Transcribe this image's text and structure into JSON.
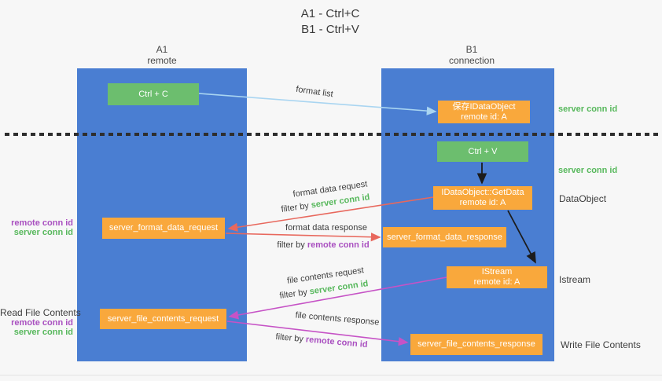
{
  "title": {
    "line1": "A1 - Ctrl+C",
    "line2": "B1 - Ctrl+V"
  },
  "lanes": {
    "left": {
      "title": "A1",
      "subtitle": "remote"
    },
    "right": {
      "title": "B1",
      "subtitle": "connection"
    }
  },
  "nodes": {
    "ctrl_c": {
      "label": "Ctrl + C"
    },
    "save_idataobject": {
      "line1": "保存IDataObject",
      "line2": "remote id: A"
    },
    "ctrl_v": {
      "label": "Ctrl + V"
    },
    "getdata": {
      "line1": "IDataObject::GetData",
      "line2": "remote id: A"
    },
    "server_format_data_request": {
      "label": "server_format_data_request"
    },
    "server_format_data_response": {
      "label": "server_format_data_response"
    },
    "istream": {
      "line1": "IStream",
      "line2": "remote id: A"
    },
    "server_file_contents_request": {
      "label": "server_file_contents_request"
    },
    "server_file_contents_response": {
      "label": "server_file_contents_response"
    }
  },
  "arrow_labels": {
    "format_list": "format list",
    "format_data_request": "format data request",
    "format_data_request_filter": {
      "prefix": "filter by ",
      "highlight": "server conn id"
    },
    "format_data_response": "format data response",
    "format_data_response_filter": {
      "prefix": "filter by ",
      "highlight": "remote conn id"
    },
    "file_contents_request": "file contents request",
    "file_contents_request_filter": {
      "prefix": "filter by ",
      "highlight": "server conn id"
    },
    "file_contents_response": "file contents response",
    "file_contents_response_filter": {
      "prefix": "filter by ",
      "highlight": "remote conn id"
    }
  },
  "side_labels": {
    "right_server_conn_id_1": "server conn id",
    "right_server_conn_id_2": "server conn id",
    "dataobject": "DataObject",
    "istream": "Istream",
    "write_file_contents": "Write File Contents",
    "left_remote_conn_id_1": "remote conn id",
    "left_server_conn_id_1": "server conn id",
    "read_file_contents": "Read File Contents",
    "left_remote_conn_id_2": "remote conn id",
    "left_server_conn_id_2": "server conn id"
  },
  "colors": {
    "lane_blue": "#4a7ed2",
    "node_orange": "#f9a83c",
    "node_green": "#6cbe6e",
    "server_conn_green": "#57b85c",
    "remote_conn_purple": "#a94fc0",
    "request_red": "#e8685d",
    "contents_magenta": "#c653c6",
    "format_list_blue": "#a9d5f1",
    "background": "#f7f7f7"
  }
}
